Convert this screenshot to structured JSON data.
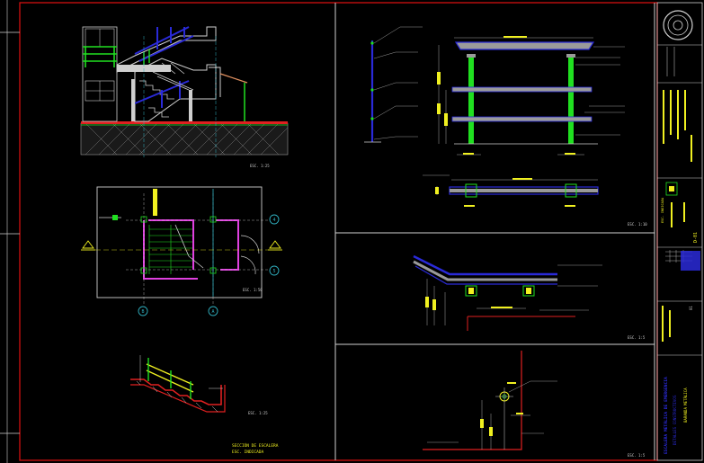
{
  "sheet": {
    "colors": {
      "background": "#000000",
      "border": "#d01010",
      "frame": "#cfcfcf",
      "wall": "#cfcfcf",
      "green": "#20e020",
      "blue": "#2a2ad8",
      "yellow": "#f0f020",
      "magenta": "#e040e0",
      "cyan": "#30b0c0",
      "red": "#e02020",
      "gray": "#9a9a9a"
    },
    "labels": {
      "view_1": "ESC. 1:25",
      "view_2": "ESC. 1:50",
      "view_3": "ESC. 1:25",
      "view_4": "ESC. 1:10",
      "view_5": "ESC. 1:5",
      "view_6": "ESC. 1:5",
      "section_title_1": "SECCIÓN DE ESCALERA",
      "section_title_2": "ESC. INDICADA",
      "axis_a": "A",
      "axis_b": "B",
      "axis_4": "4",
      "axis_5": "5"
    },
    "title_block": {
      "main_line_1": "ESCALERA METÁLICA DE EMERGENCIA",
      "main_line_2": "DETALLES CONSTRUCTIVOS",
      "sub_line": "BARANDA METÁLICA",
      "sheet_code": "D-01",
      "scale_label": "ESC. INDICADA",
      "sheet_number": "01"
    }
  }
}
